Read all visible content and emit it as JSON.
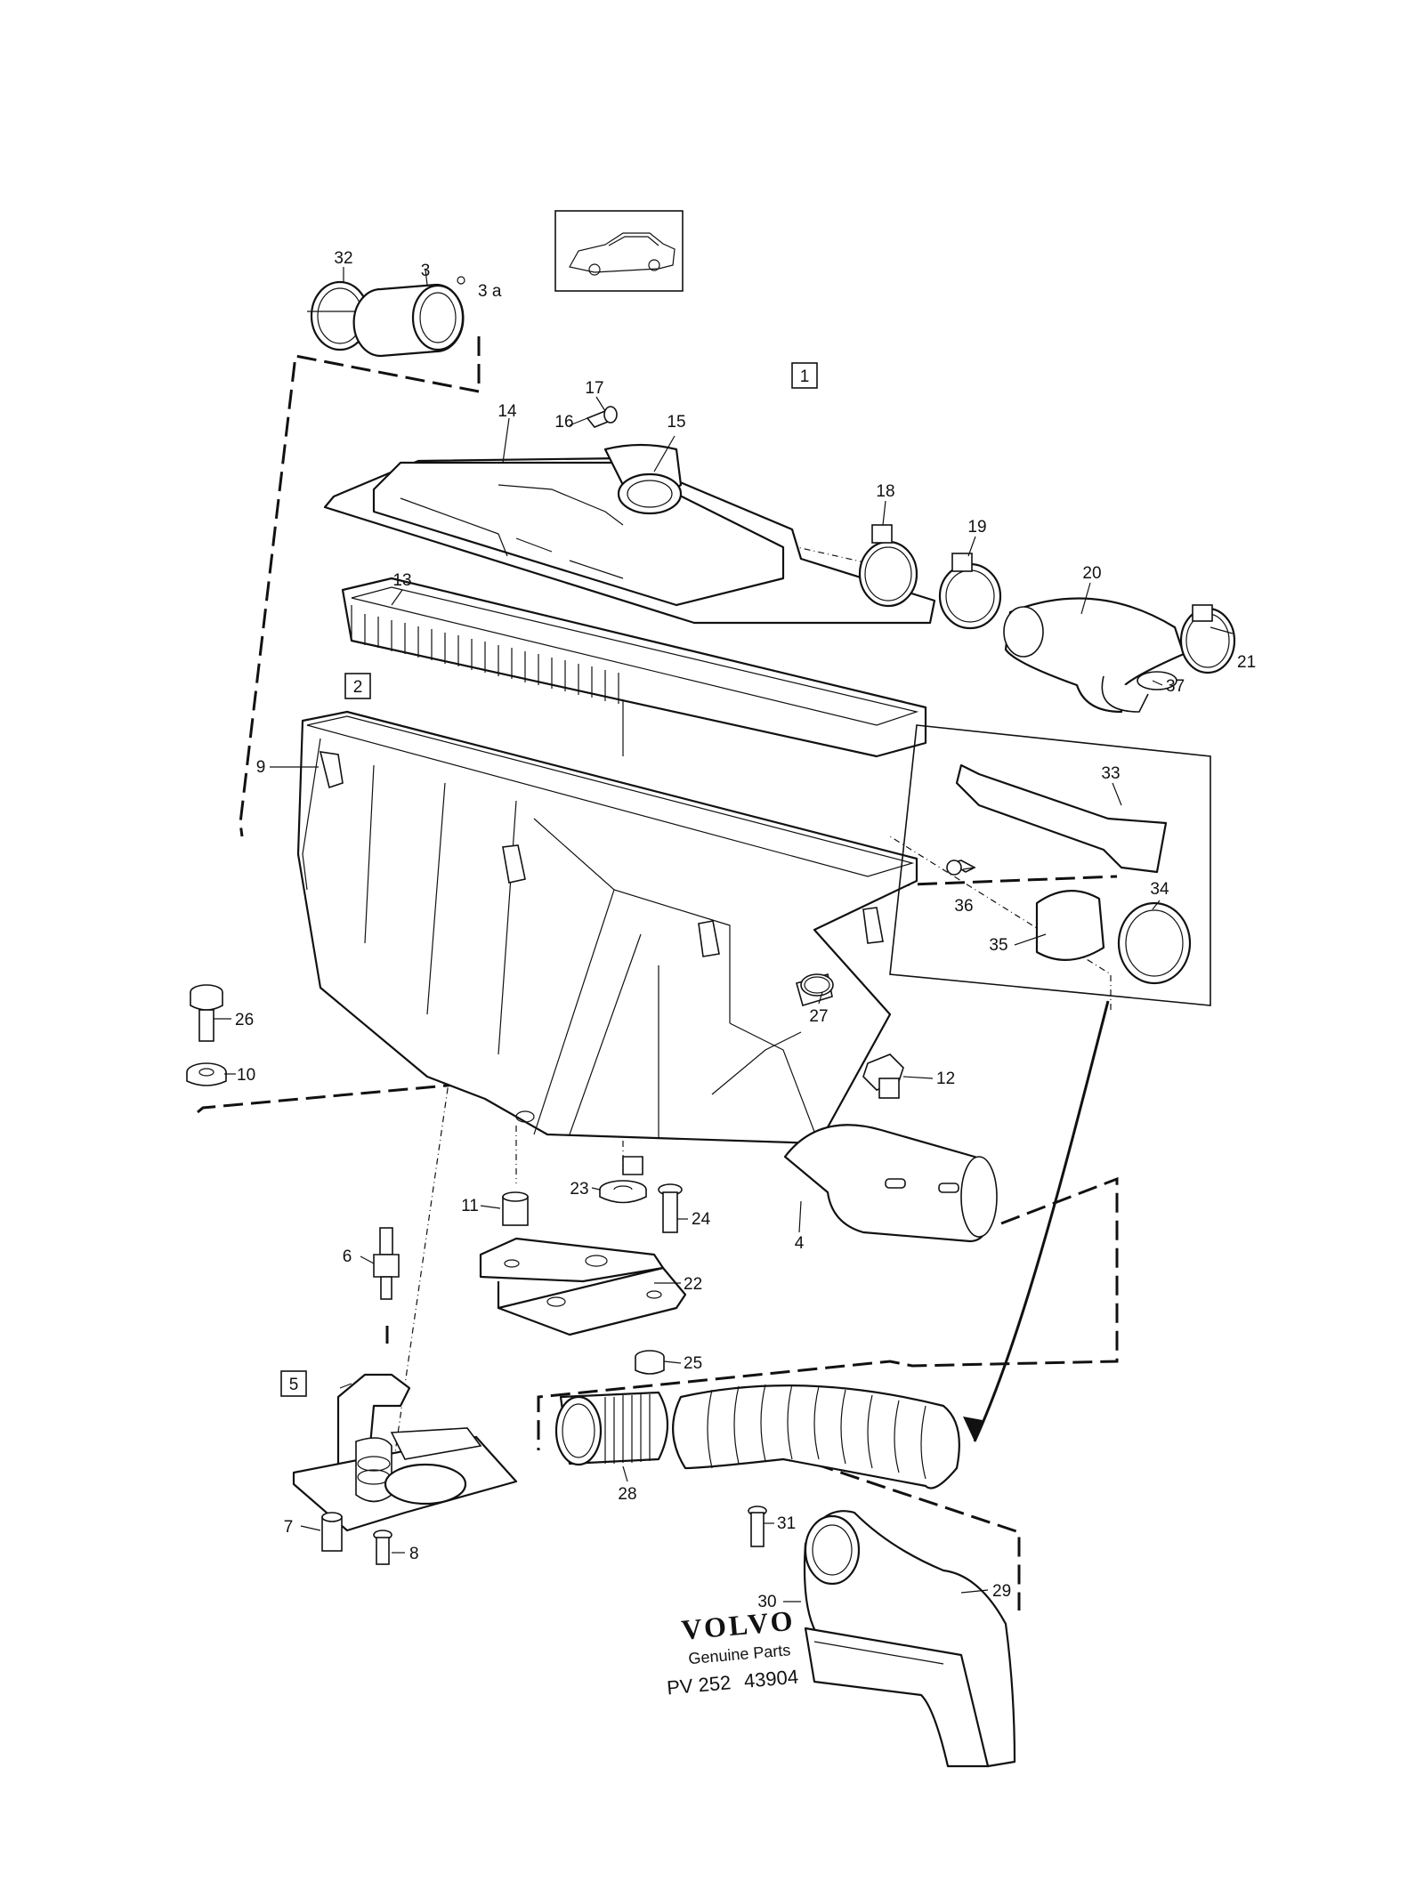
{
  "labels": {
    "l32": "32",
    "l3": "3",
    "l3a": "3 a",
    "l17": "17",
    "l16": "16",
    "l15": "15",
    "l14": "14",
    "l18": "18",
    "l19": "19",
    "l20": "20",
    "l21": "21",
    "l37": "37",
    "l13": "13",
    "l9": "9",
    "l33": "33",
    "l36": "36",
    "l34": "34",
    "l35": "35",
    "l27": "27",
    "l26": "26",
    "l10": "10",
    "l12": "12",
    "l11": "11",
    "l23": "23",
    "l24": "24",
    "l4": "4",
    "l6": "6",
    "l22": "22",
    "l25": "25",
    "l28": "28",
    "l7": "7",
    "l8": "8",
    "l31": "31",
    "l29": "29",
    "l30": "30"
  },
  "boxed_labels": {
    "b1": "1",
    "b2": "2",
    "b5": "5"
  },
  "branding": {
    "brand": "VOLVO",
    "subtitle": "Genuine Parts",
    "code_a": "PV 252",
    "code_b": "43904"
  }
}
